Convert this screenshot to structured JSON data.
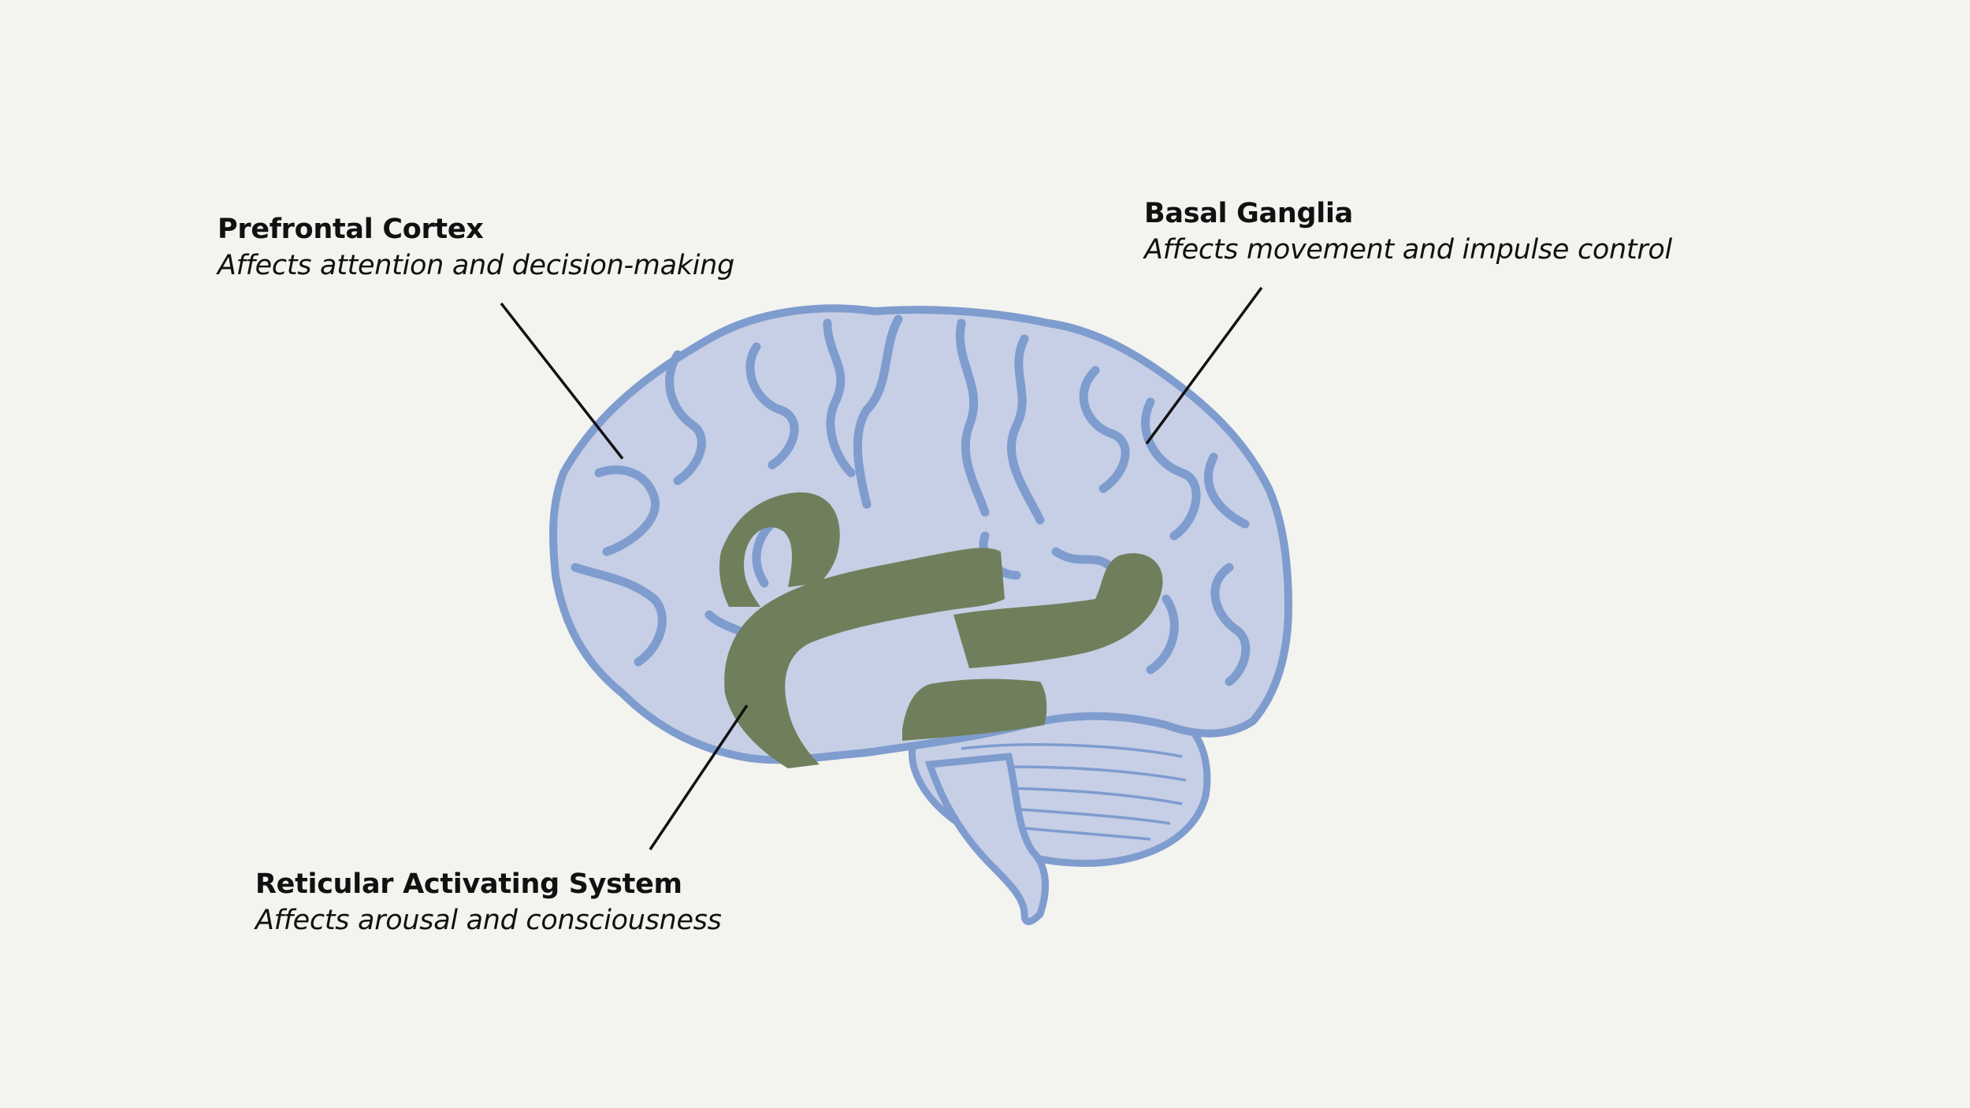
{
  "colors": {
    "background": "#f3f3ef",
    "brain_fill": "#c6cfe5",
    "brain_outline": "#7f9ccf",
    "highlight_region": "#6f7f5c",
    "leader_line": "#111111",
    "text": "#111111"
  },
  "labels": {
    "prefrontal": {
      "title": "Prefrontal Cortex",
      "description": "Affects attention and decision-making"
    },
    "basal_ganglia": {
      "title": "Basal Ganglia",
      "description": "Affects movement and impulse control"
    },
    "ras": {
      "title": "Reticular Activating System",
      "description": "Affects arousal and consciousness"
    }
  }
}
